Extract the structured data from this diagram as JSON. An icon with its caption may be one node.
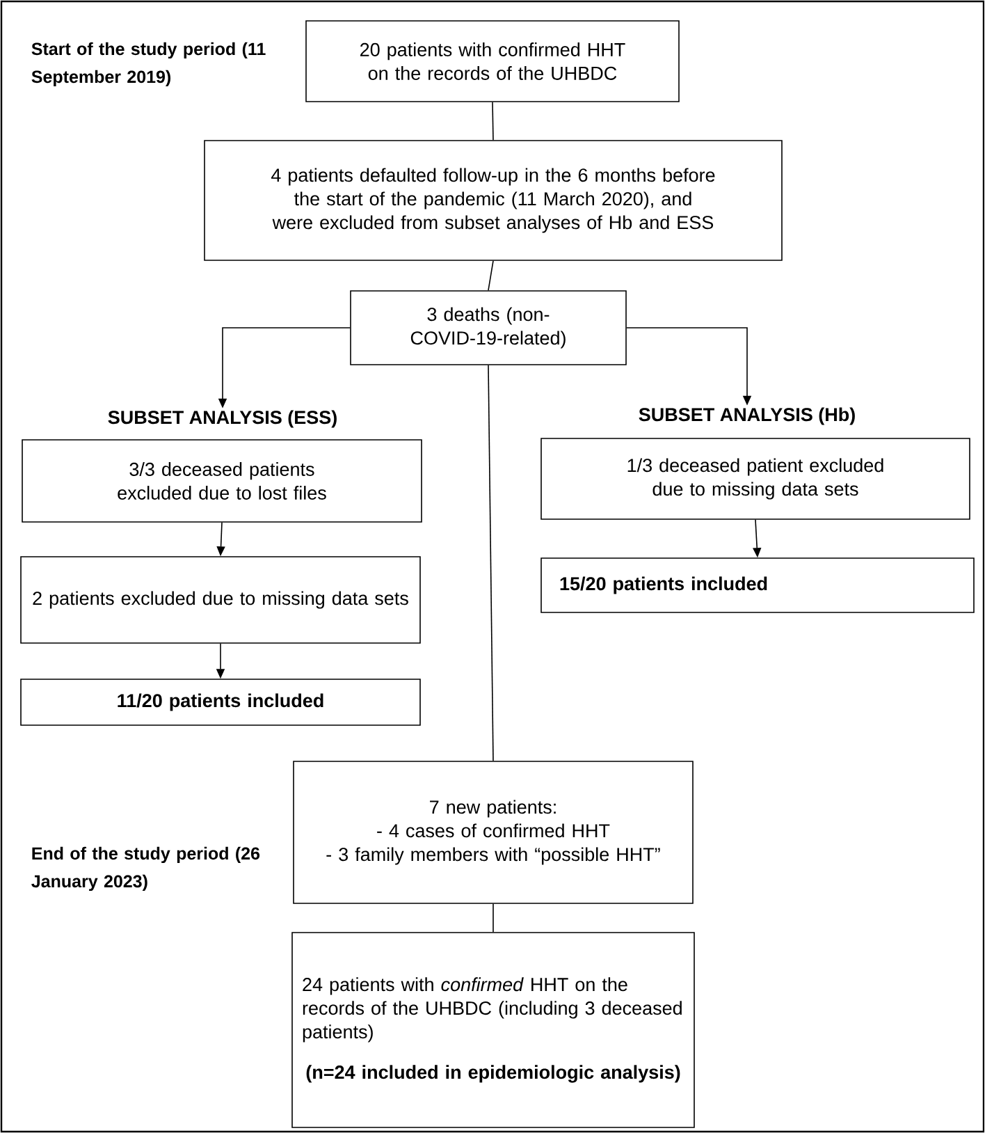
{
  "diagram": {
    "nodes": [
      {
        "text": [
          "20 patients with confirmed HHT on the records of the UHBDC"
        ]
      },
      {
        "text": [
          "4 patients defaulted follow-up in the 6 months before the start of the pandemic (11 March 2020), and were excluded from subset analyses of Hb and ESS"
        ]
      },
      {
        "text": [
          "3 deaths (non-COVID-19-related)"
        ]
      },
      {
        "text": [
          "SUBSET ANALYSIS (ESS)",
          "3/3 deceased patients excluded due to lost files"
        ]
      },
      {
        "text": [
          "2 patients excluded due to missing data sets"
        ]
      },
      {
        "text": [
          "11/20 patients included"
        ]
      },
      {
        "text": [
          "SUBSET ANALYSIS (Hb)",
          "1/3 deceased patient excluded due to missing data sets"
        ]
      },
      {
        "text": [
          "15/20 patients included"
        ]
      },
      {
        "text": [
          "7 new patients:",
          "- 4 cases of confirmed HHT",
          "- 3 family members with “possible HHT”"
        ]
      },
      {
        "text": [
          "24 patients with *confirmed* HHT on the records of the UHBDC (including 3 deceased patients)",
          "(n=24 included in epidemiologic analysis)"
        ]
      }
    ],
    "edges": [
      {
        "from": 0,
        "to": 1,
        "arrow": "none"
      },
      {
        "from": 1,
        "to": 2,
        "arrow": "none"
      },
      {
        "from": 2,
        "to": 3,
        "arrow": "to"
      },
      {
        "from": 2,
        "to": 6,
        "arrow": "to"
      },
      {
        "from": 3,
        "to": 4,
        "arrow": "to"
      },
      {
        "from": 4,
        "to": 5,
        "arrow": "to"
      },
      {
        "from": 6,
        "to": 7,
        "arrow": "to"
      },
      {
        "from": 2,
        "to": 8,
        "arrow": "none"
      },
      {
        "from": 8,
        "to": 9,
        "arrow": "none"
      }
    ],
    "labels": [
      "Start of the study period (11 September 2019)",
      "End of the study period (26 January 2023)"
    ]
  }
}
